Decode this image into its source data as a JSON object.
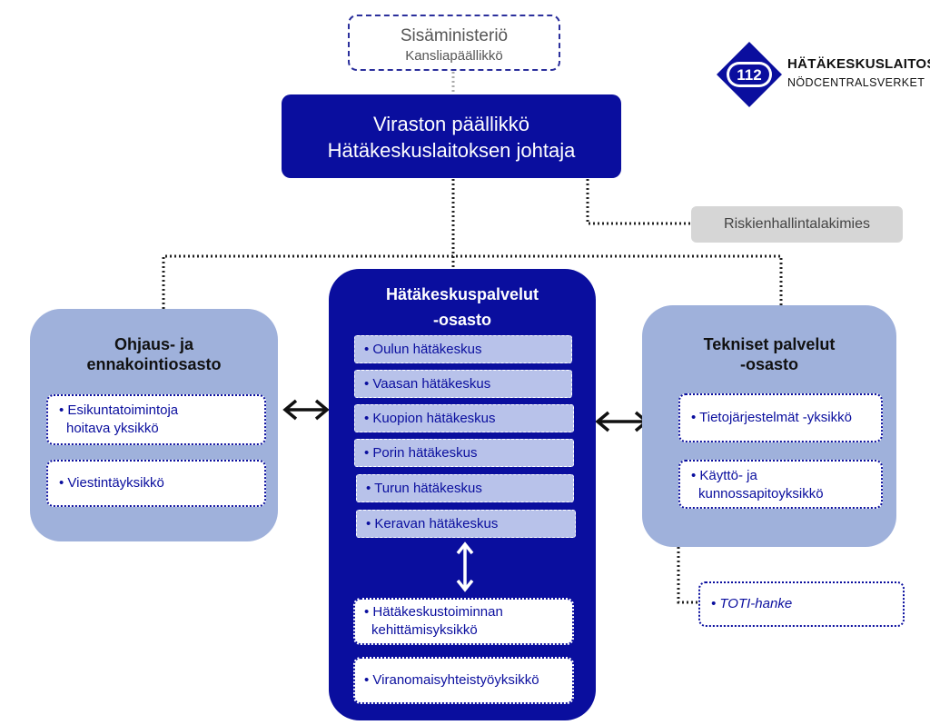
{
  "logo": {
    "number": "112",
    "name_fi": "HÄTÄKESKUSLAITOS",
    "name_sv": "NÖDCENTRALSVERKET"
  },
  "ministry": {
    "title": "Sisäministeriö",
    "subtitle": "Kansliapäällikkö"
  },
  "head": {
    "line1": "Viraston päällikkö",
    "line2": "Hätäkeskuslaitoksen johtaja"
  },
  "risk_manager": "Riskienhallintalakimies",
  "left_dept": {
    "title_line1": "Ohjaus- ja",
    "title_line2": "ennakointiosasto",
    "units": [
      {
        "line1": "• Esikuntatoimintoja",
        "line2": "hoitava yksikkö"
      },
      {
        "line1": "• Viestintäyksikkö"
      }
    ]
  },
  "center_dept": {
    "title_line1": "Hätäkeskuspalvelut",
    "title_line2": "-osasto",
    "centers": [
      "• Oulun hätäkeskus",
      "• Vaasan hätäkeskus",
      "• Kuopion hätäkeskus",
      "• Porin hätäkeskus",
      "• Turun hätäkeskus",
      "• Keravan hätäkeskus"
    ],
    "units": [
      {
        "line1": "• Hätäkeskustoiminnan",
        "line2": "kehittämisyksikkö"
      },
      {
        "line1": "• Viranomaisyhteistyöyksikkö"
      }
    ]
  },
  "right_dept": {
    "title_line1": "Tekniset palvelut",
    "title_line2": "-osasto",
    "units": [
      {
        "line1": "• Tietojärjestelmät -yksikkö"
      },
      {
        "line1": "• Käyttö- ja",
        "line2": "kunnossapitoyksikkö"
      }
    ]
  },
  "project": "• TOTI-hanke",
  "colors": {
    "navy": "#0a0e9e",
    "light_blue": "#9fb1db",
    "center_item": "#b8c2ea",
    "grey": "#d6d6d6"
  }
}
